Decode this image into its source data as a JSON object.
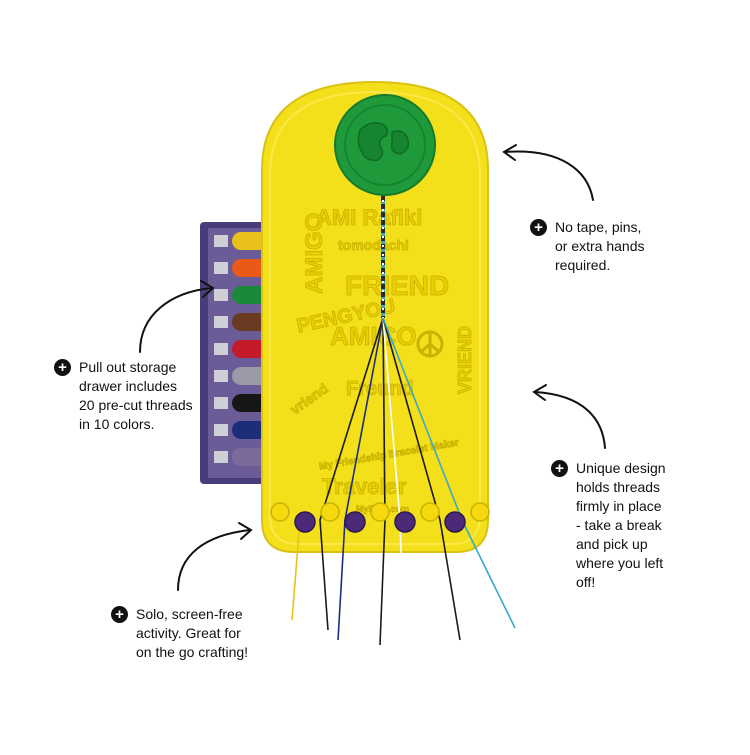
{
  "product": {
    "board_color": "#f4df1b",
    "dial_color": "#1f9a3a",
    "drawer_color": "#5a4b8a",
    "bead_color": "#4b2a7a",
    "embossed_words": [
      "AMI Rafiki",
      "tomodachi",
      "AMIGO",
      "FRIEND",
      "AMICO",
      "PENGYOU",
      "vriend",
      "Freund",
      "VRIEND"
    ],
    "embossed_tagline": "My Friendship Bracelet Maker",
    "embossed_word_bottom": "Traveler",
    "embossed_site": "MyFBM.com",
    "thread_colors": [
      "#e8c21a",
      "#e85a18",
      "#1a8a3a",
      "#6b3a22",
      "#c41a2a",
      "#9a9aa8",
      "#161616",
      "#1c2d7a",
      "#7b6a9a"
    ]
  },
  "callouts": {
    "drawer": {
      "icon": "plus-circle-icon",
      "lines": [
        "Pull out storage",
        "drawer includes",
        "20 pre-cut threads",
        "in 10 colors."
      ]
    },
    "tape": {
      "icon": "plus-circle-icon",
      "lines": [
        "No tape, pins,",
        "or extra hands",
        "required."
      ]
    },
    "design": {
      "icon": "plus-circle-icon",
      "lines": [
        "Unique design",
        "holds threads",
        "firmly in place",
        "- take a break",
        "and pick up",
        "where you left",
        "off!"
      ]
    },
    "solo": {
      "icon": "plus-circle-icon",
      "lines": [
        "Solo, screen-free",
        "activity. Great for",
        "on the go crafting!"
      ]
    }
  }
}
